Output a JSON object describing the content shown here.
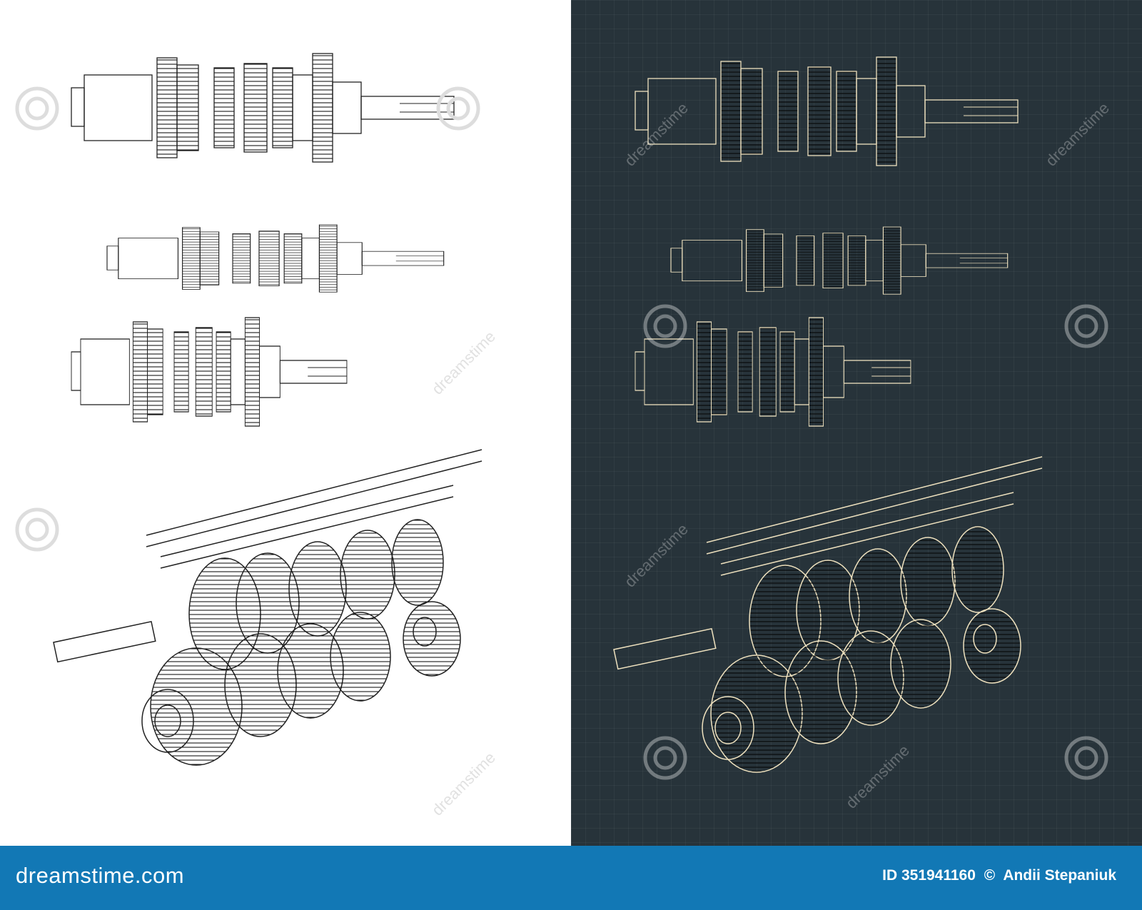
{
  "brand": "dreamstime.com",
  "credit": {
    "id_label": "ID 351941160",
    "copyright": "©",
    "author": "Andii Stepaniuk"
  },
  "watermark_text": "dreamstime",
  "colors": {
    "light_line": "#222222",
    "dark_line": "#efe2bf",
    "dark_bg": "#27333a",
    "footer": "#1278b5"
  },
  "icons": [
    "spiral-logo-icon"
  ]
}
